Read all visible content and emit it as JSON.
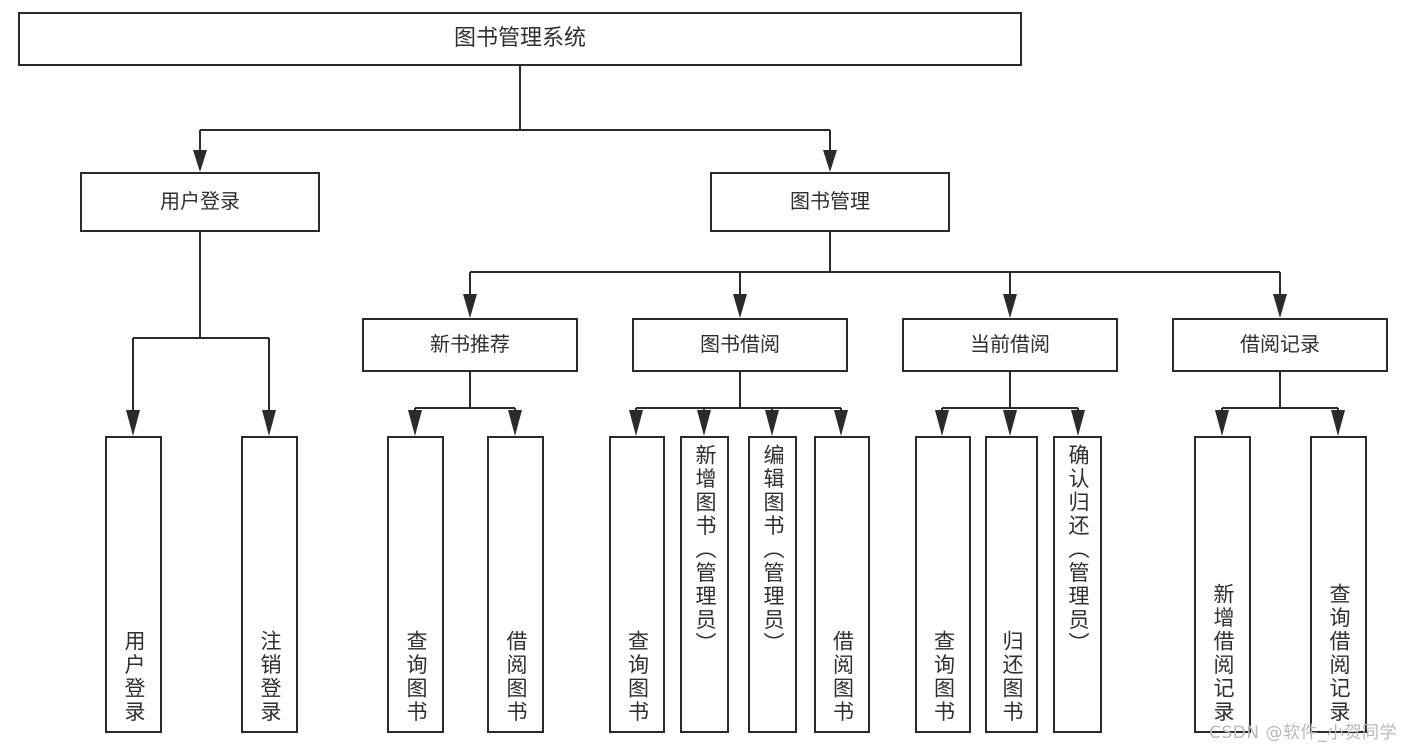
{
  "diagram": {
    "type": "tree",
    "title": "图书管理系统",
    "orientation": "top-down",
    "colors": {
      "stroke": "#2b2b2b",
      "text": "#2f2f2f",
      "background": "#ffffff",
      "watermark": "#b8b8b8"
    },
    "nodes": {
      "root": {
        "label": "图书管理系统"
      },
      "level2": [
        {
          "label": "用户登录"
        },
        {
          "label": "图书管理"
        }
      ],
      "level3": [
        {
          "label": "新书推荐"
        },
        {
          "label": "图书借阅"
        },
        {
          "label": "当前借阅"
        },
        {
          "label": "借阅记录"
        }
      ],
      "leaves": {
        "user_login": [
          {
            "label": "用户登录"
          },
          {
            "label": "注销登录"
          }
        ],
        "new_book_recommend": [
          {
            "label": "查询图书"
          },
          {
            "label": "借阅图书"
          }
        ],
        "book_borrow": [
          {
            "label": "查询图书"
          },
          {
            "label": "新增图书（管理员）"
          },
          {
            "label": "编辑图书（管理员）"
          },
          {
            "label": "借阅图书"
          }
        ],
        "current_borrow": [
          {
            "label": "查询图书"
          },
          {
            "label": "归还图书"
          },
          {
            "label": "确认归还（管理员）"
          }
        ],
        "borrow_record": [
          {
            "label": "新增借阅记录"
          },
          {
            "label": "查询借阅记录"
          }
        ]
      }
    },
    "watermark": "CSDN @软件_小贺同学"
  }
}
